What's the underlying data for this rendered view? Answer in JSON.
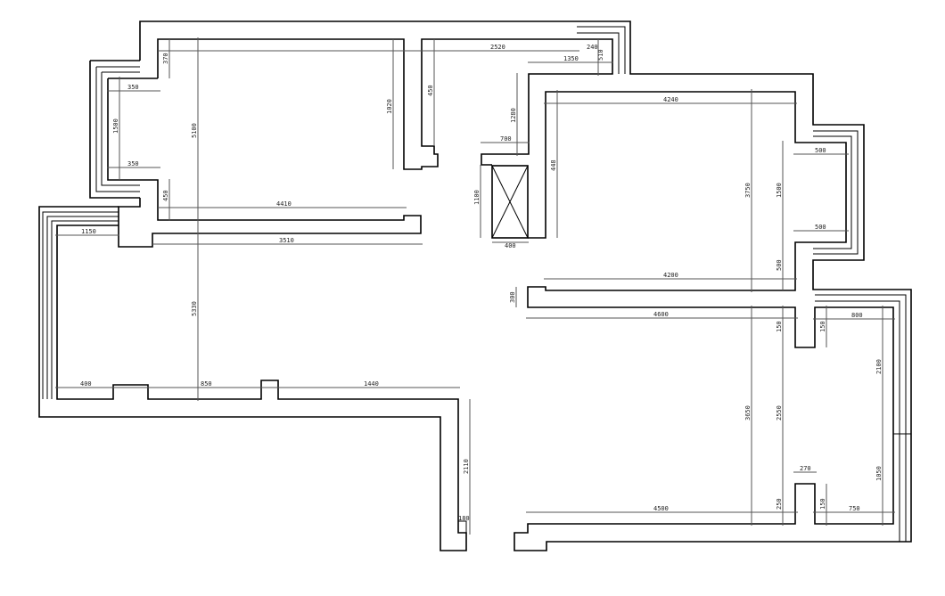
{
  "drawing": {
    "type": "floor plan",
    "line_color": "#000000",
    "dimension_color": "#555555"
  },
  "dimensions": {
    "top_run": "2520",
    "top_step": "1350",
    "top_small": "240",
    "top_small_v": "510",
    "lr_height": "5100",
    "lr_top_gap": "370",
    "bay_top": "350",
    "bay_height": "1500",
    "bay_bottom": "350",
    "lr_bottom_gap": "450",
    "lr_inner_width": "4410",
    "lr_right_height": "1020",
    "corridor_height": "450",
    "lr_outer_width": "3510",
    "lr_step": "1150",
    "ll_height": "5330",
    "ll_seg1": "400",
    "ll_seg2": "850",
    "ll_seg3": "1440",
    "ll_side": "2110",
    "ll_end": "180",
    "shaft_height": "1280",
    "shaft_top": "700",
    "elevator_height": "1100",
    "elevator_width": "400",
    "ur_left": "448",
    "ur_width": "4240",
    "ur_height": "3750",
    "ur_bay_span": "1500",
    "ur_bay_top": "500",
    "ur_bay_bottom": "500",
    "ur_bay_lower": "500",
    "ur_bottom_width": "4200",
    "mid_wall": "300",
    "lower_width": "4600",
    "lower_gap_l": "150",
    "lower_gap_r": "150",
    "br_top": "800",
    "br_height": "2100",
    "lower_height": "3650",
    "lower_inner": "2550",
    "door_width": "270",
    "br_lower": "1050",
    "lower_foot_l": "250",
    "lower_foot_r": "150",
    "br_bottom": "750",
    "lower_bottom": "4500"
  }
}
